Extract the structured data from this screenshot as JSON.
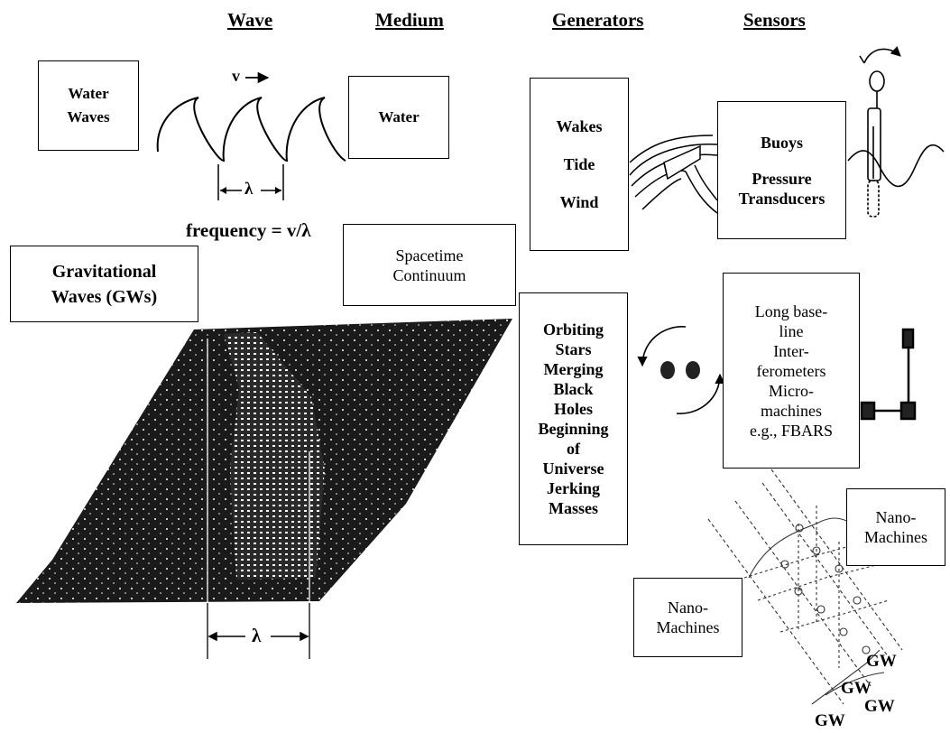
{
  "headers": {
    "wave": "Wave",
    "medium": "Medium",
    "generators": "Generators",
    "sensors": "Sensors"
  },
  "water_row": {
    "wave_box": [
      "Water",
      "Waves"
    ],
    "velocity_label": "v",
    "lambda_label": "λ",
    "frequency_formula": "frequency = v/λ",
    "medium_box": [
      "Water"
    ],
    "generators_box": [
      "Wakes",
      "Tide",
      "Wind"
    ],
    "sensors_box": [
      "Buoys",
      "Pressure",
      "Transducers"
    ]
  },
  "gw_row": {
    "wave_box": [
      "Gravitational",
      "Waves (GWs)"
    ],
    "medium_box": [
      "Spacetime",
      "Continuum"
    ],
    "generators_box": [
      "Orbiting",
      "Stars",
      "Merging",
      "Black",
      "Holes",
      "Beginning",
      "of",
      "Universe",
      "Jerking",
      "Masses"
    ],
    "sensors_box": [
      "Long base-",
      "line",
      "Inter-",
      "ferometers",
      "Micro-",
      "machines",
      "e.g., FBARS"
    ],
    "lambda_label": "λ",
    "nano_machines_right": [
      "Nano-",
      "Machines"
    ],
    "nano_machines_left": [
      "Nano-",
      "Machines"
    ],
    "gw_labels": [
      "GW",
      "GW",
      "GW",
      "GW"
    ]
  }
}
